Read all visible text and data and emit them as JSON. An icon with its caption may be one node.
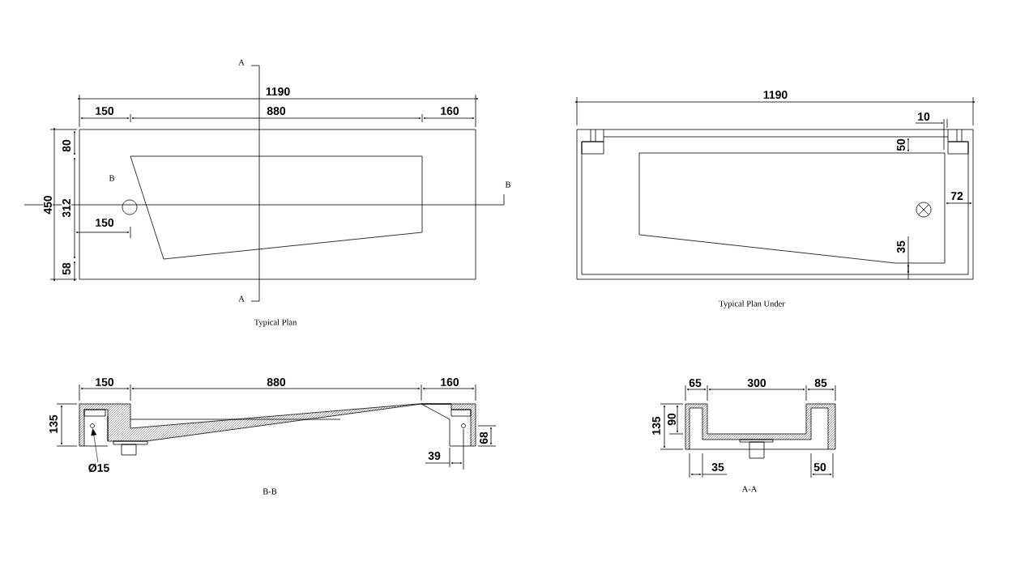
{
  "diagram": {
    "nodes": [
      {
        "text": [
          "Ø15"
        ]
      },
      {
        "text": [],
        "shape": "circle"
      }
    ],
    "edges": [
      {
        "from": 0,
        "to": 1,
        "arrow": "to"
      }
    ],
    "labels": [
      "A",
      "1190",
      "150",
      "880",
      "160",
      "80",
      "B",
      "450",
      "312",
      "B",
      "150",
      "58",
      "A",
      "Typical Plan",
      "1190",
      "10",
      "50",
      "72",
      "35",
      "Typical Plan Under",
      "150",
      "880",
      "160",
      "135",
      "68",
      "39",
      "B-B",
      "65",
      "300",
      "85",
      "135",
      "90",
      "35",
      "50",
      "A-A"
    ]
  }
}
